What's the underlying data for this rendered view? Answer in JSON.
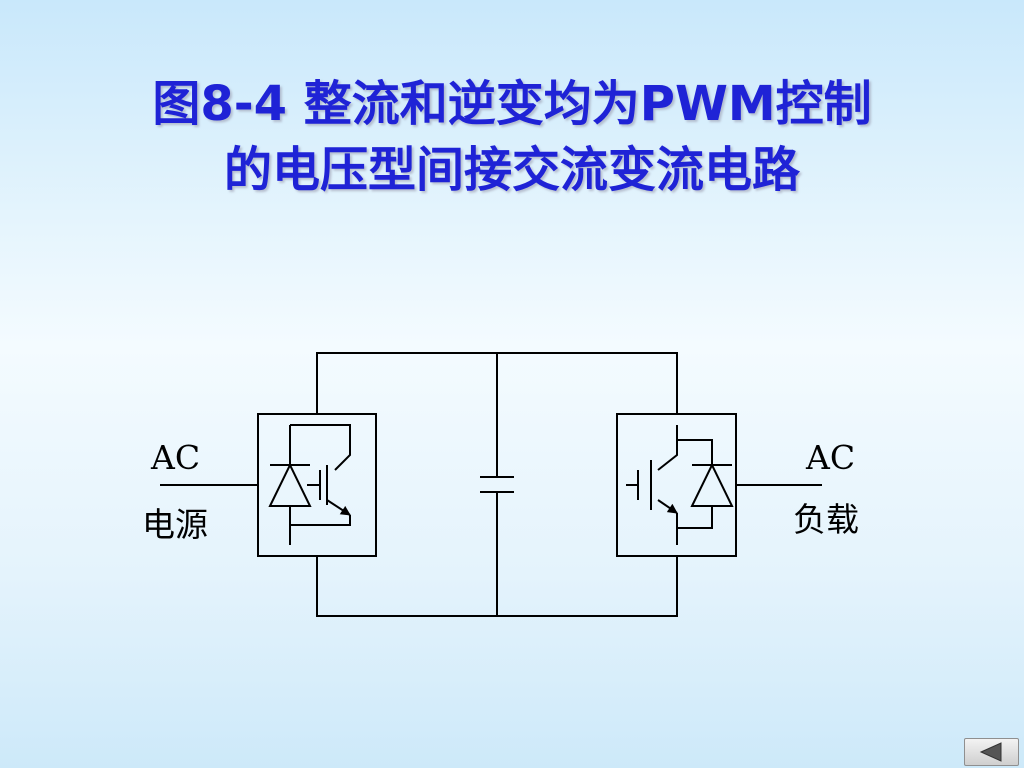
{
  "slide": {
    "title_line1": "图8-4  整流和逆变均为PWM控制",
    "title_line2": "的电压型间接交流变流电路"
  },
  "diagram": {
    "left_label_top": "AC",
    "left_label_bottom": "电源",
    "right_label_top": "AC",
    "right_label_bottom": "负载"
  },
  "nav": {
    "prev_icon": "left-triangle-icon"
  },
  "colors": {
    "title": "#1f23d6",
    "wire": "#000000"
  }
}
